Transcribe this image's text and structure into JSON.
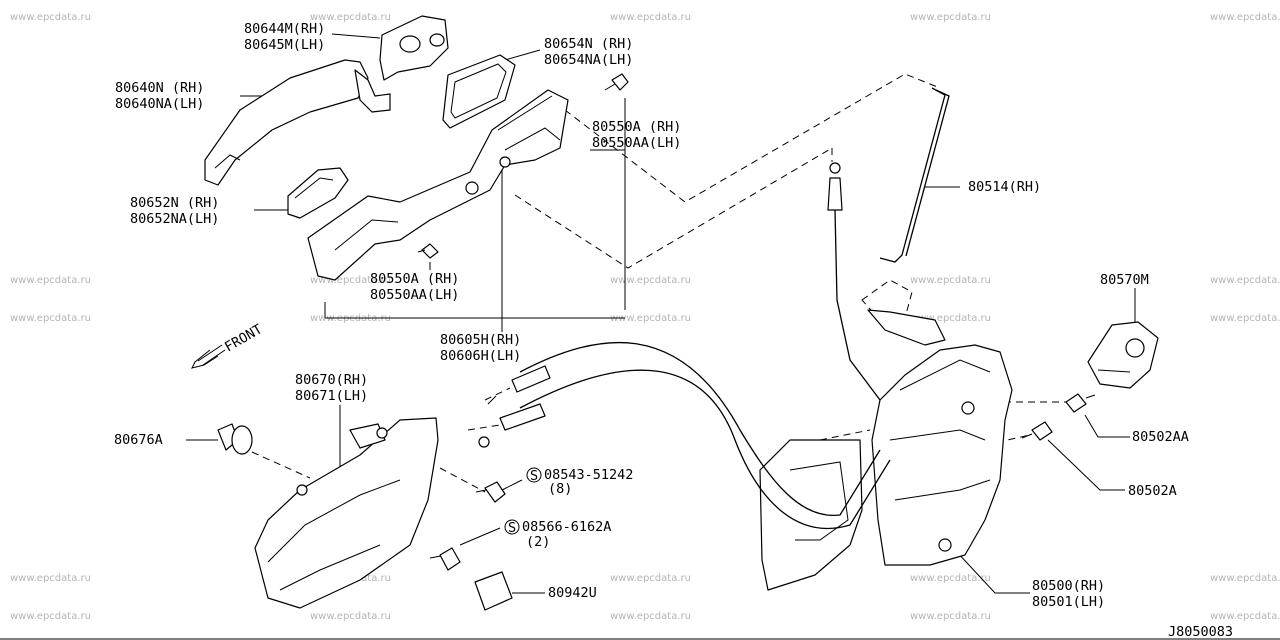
{
  "watermark": "www.epcdata.ru",
  "diagram_code": "J8050083",
  "front_label": "FRONT",
  "labels": {
    "p80644": [
      "80644M(RH)",
      "80645M(LH)"
    ],
    "p80654": [
      "80654N  (RH)",
      "80654NA(LH)"
    ],
    "p80640": [
      "80640N  (RH)",
      "80640NA(LH)"
    ],
    "p80550_top": [
      "80550A  (RH)",
      "80550AA(LH)"
    ],
    "p80514": [
      "80514(RH)"
    ],
    "p80652": [
      "80652N  (RH)",
      "80652NA(LH)"
    ],
    "p80550_mid": [
      "80550A  (RH)",
      "80550AA(LH)"
    ],
    "p80570": [
      "80570M"
    ],
    "p80605": [
      "80605H(RH)",
      "80606H(LH)"
    ],
    "p80670": [
      "80670(RH)",
      "80671(LH)"
    ],
    "p80676": [
      "80676A"
    ],
    "p80502aa": [
      "80502AA"
    ],
    "p80502a": [
      "80502A"
    ],
    "p08543": [
      "08543-51242",
      "(8)"
    ],
    "p08566": [
      "08566-6162A",
      "(2)"
    ],
    "p80500": [
      "80500(RH)",
      "80501(LH)"
    ],
    "p80942": [
      "80942U"
    ]
  },
  "screw_symbol": "S"
}
